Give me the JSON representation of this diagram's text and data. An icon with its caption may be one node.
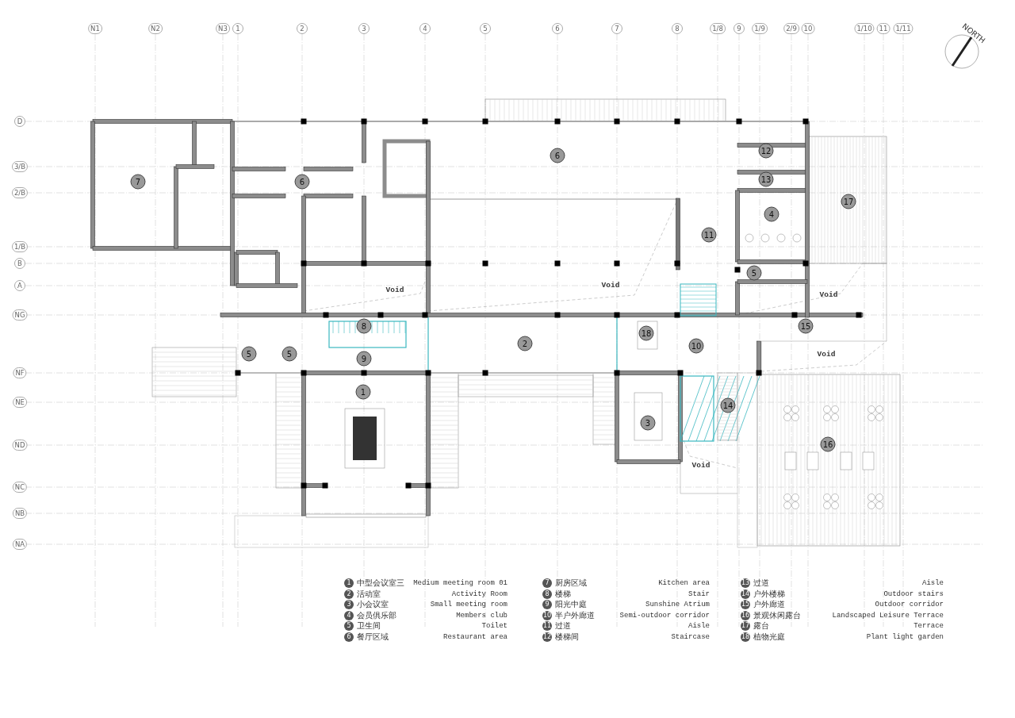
{
  "diagram": {
    "labels": [
      "N1",
      "N2",
      "N3",
      "1",
      "2",
      "3",
      "4",
      "5",
      "6",
      "7",
      "8",
      "1/8",
      "9",
      "1/9",
      "2/9",
      "10",
      "1/10",
      "11",
      "1/11",
      "NORTH",
      "D",
      "3/B",
      "2/B",
      "1/B",
      "B",
      "A",
      "NG",
      "NF",
      "NE",
      "ND",
      "NC",
      "NB",
      "NA",
      "6",
      "12",
      "7",
      "6",
      "13",
      "17",
      "4",
      "11",
      "5",
      "Void",
      "Void",
      "Void",
      "8",
      "15",
      "18",
      "2",
      "10",
      "5",
      "5",
      "Void",
      "9",
      "1",
      "14",
      "3",
      "16",
      "Void",
      "1",
      "中型会议室三",
      "Medium meeting room 01",
      "7",
      "厨房区域",
      "Kitchen area",
      "13",
      "过道",
      "Aisle",
      "2",
      "活动室",
      "Activity Room",
      "8",
      "楼梯",
      "Stair",
      "14",
      "户外楼梯",
      "Outdoor stairs",
      "3",
      "小会议室",
      "Small meeting room",
      "9",
      "阳光中庭",
      "Sunshine Atrium",
      "15",
      "户外廊道",
      "Outdoor corridor",
      "4",
      "会员俱乐部",
      "Members club",
      "10",
      "半户外廊道",
      "Semi-outdoor corridor",
      "16",
      "景观休闲露台",
      "Landscaped Leisure Terrace",
      "5",
      "卫生间",
      "Toilet",
      "11",
      "过道",
      "Aisle",
      "17",
      "露台",
      "Terrace",
      "6",
      "餐厅区域",
      "Restaurant area",
      "12",
      "楼梯间",
      "Staircase",
      "18",
      "植物光庭",
      "Plant light garden"
    ]
  }
}
